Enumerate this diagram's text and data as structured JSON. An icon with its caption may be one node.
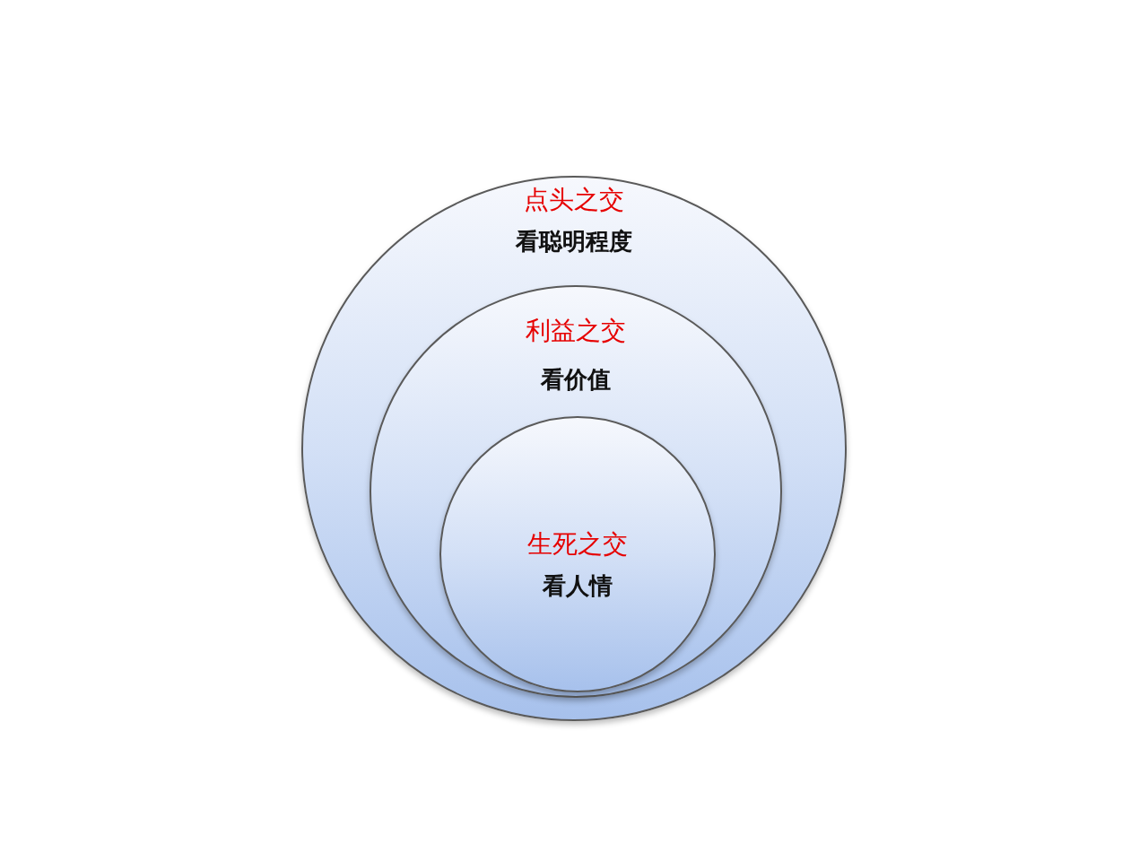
{
  "diagram": {
    "nodes": [
      {
        "text": [
          "点头之交",
          "看聪明程度"
        ]
      },
      {
        "text": [
          "利益之交",
          "看价值"
        ],
        "in": 0
      },
      {
        "text": [
          "生死之交",
          "看人情"
        ],
        "in": 1
      }
    ]
  }
}
